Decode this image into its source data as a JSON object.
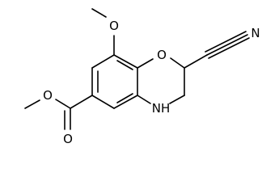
{
  "structure": {
    "atom_labels": {
      "ring_oxygen": "O",
      "nitrogen_h": "NH",
      "nitrile_nitrogen": "N",
      "methoxy_oxygen": "O",
      "ester_oxygen": "O",
      "carbonyl_oxygen": "O"
    }
  }
}
